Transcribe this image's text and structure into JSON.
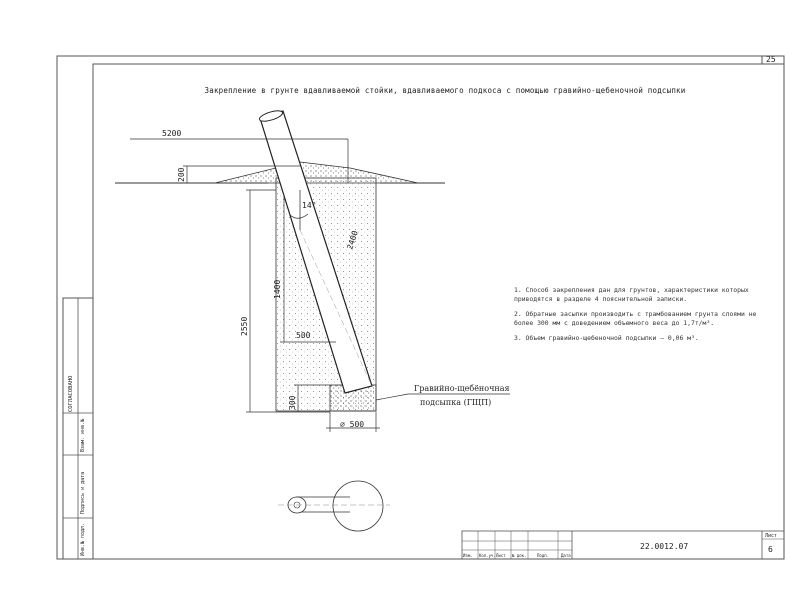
{
  "sheet_number_top": "25",
  "title": "Закрепление в грунте вдавливаемой стойки, вдавливаемого подкоса с помощью гравийно-щебеночной подсыпки",
  "dimensions": {
    "d5200": "5200",
    "d200": "200",
    "angle": "14°",
    "d2400": "2400",
    "d1400": "1400",
    "d2550": "2550",
    "d500": "500",
    "d300": "300",
    "diam500": "⌀ 500"
  },
  "callout": {
    "line1": "Гравийно-щебёночная",
    "line2": "подсыпка (ГЩП)"
  },
  "notes": [
    "1. Способ закрепления дан для грунтов, характеристики которых приводятся в разделе 4 пояснительной записки.",
    "2. Обратные засыпки производить с трамбованием грунта слоями не более 300 мм с доведением  объемного веса до 1,7т/м³.",
    "3. Объем гравийно-щебеночной подсыпки – 0,06 м³."
  ],
  "left_margin": {
    "approval": "СОГЛАСОВАНО",
    "col1": "Взам. инв.№",
    "col2": "Подпись и дата",
    "col3": "Инв.№ подл."
  },
  "stamp": {
    "code": "22.0012.07",
    "sheet_label": "Лист",
    "sheet_num": "6",
    "cols": [
      "Изм.",
      "Кол.уч.",
      "Лист",
      "№ док.",
      "Подп.",
      "Дата"
    ]
  }
}
